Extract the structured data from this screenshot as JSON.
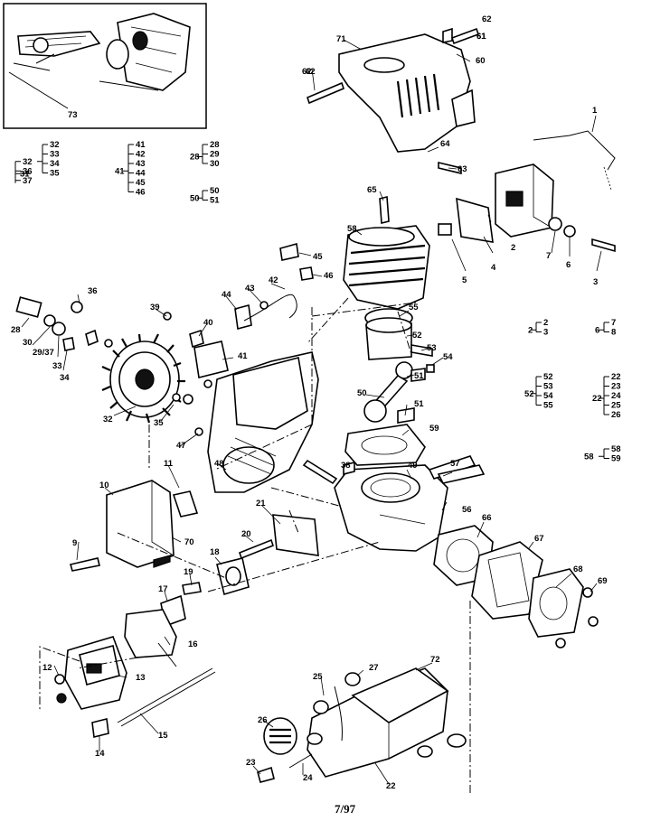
{
  "footer": {
    "date": "7/97"
  },
  "inset": {
    "number": "73"
  },
  "top_partial": {
    "a": "62",
    "b": "61"
  },
  "callouts": [
    {
      "id": "c62a",
      "label": "62"
    },
    {
      "id": "c61",
      "label": "61"
    },
    {
      "id": "c71",
      "label": "71"
    },
    {
      "id": "c60",
      "label": "60"
    },
    {
      "id": "c62b",
      "label": "62"
    },
    {
      "id": "c1",
      "label": "1"
    },
    {
      "id": "c64",
      "label": "64"
    },
    {
      "id": "c63",
      "label": "63"
    },
    {
      "id": "c65",
      "label": "65"
    },
    {
      "id": "c58",
      "label": "58"
    },
    {
      "id": "c2",
      "label": "2"
    },
    {
      "id": "c4",
      "label": "4"
    },
    {
      "id": "c5",
      "label": "5"
    },
    {
      "id": "c7",
      "label": "7"
    },
    {
      "id": "c6",
      "label": "6"
    },
    {
      "id": "c3",
      "label": "3"
    },
    {
      "id": "c45",
      "label": "45"
    },
    {
      "id": "c46",
      "label": "46"
    },
    {
      "id": "c42",
      "label": "42"
    },
    {
      "id": "c44",
      "label": "44"
    },
    {
      "id": "c43",
      "label": "43"
    },
    {
      "id": "c36",
      "label": "36"
    },
    {
      "id": "c28",
      "label": "28"
    },
    {
      "id": "c30",
      "label": "30"
    },
    {
      "id": "c2937",
      "label": "29/37"
    },
    {
      "id": "c33",
      "label": "33"
    },
    {
      "id": "c34",
      "label": "34"
    },
    {
      "id": "c39",
      "label": "39"
    },
    {
      "id": "c40",
      "label": "40"
    },
    {
      "id": "c41",
      "label": "41"
    },
    {
      "id": "c55",
      "label": "55"
    },
    {
      "id": "c52",
      "label": "52"
    },
    {
      "id": "c53",
      "label": "53"
    },
    {
      "id": "c54",
      "label": "54"
    },
    {
      "id": "c51a",
      "label": "51"
    },
    {
      "id": "c50",
      "label": "50"
    },
    {
      "id": "c51b",
      "label": "51"
    },
    {
      "id": "c32",
      "label": "32"
    },
    {
      "id": "c35",
      "label": "35"
    },
    {
      "id": "c47",
      "label": "47"
    },
    {
      "id": "c48",
      "label": "48"
    },
    {
      "id": "c59",
      "label": "59"
    },
    {
      "id": "c38",
      "label": "38"
    },
    {
      "id": "c49",
      "label": "49"
    },
    {
      "id": "c57",
      "label": "57"
    },
    {
      "id": "c56",
      "label": "56"
    },
    {
      "id": "c10",
      "label": "10"
    },
    {
      "id": "c11",
      "label": "11"
    },
    {
      "id": "c21",
      "label": "21"
    },
    {
      "id": "c9",
      "label": "9"
    },
    {
      "id": "c70",
      "label": "70"
    },
    {
      "id": "c20",
      "label": "20"
    },
    {
      "id": "c18",
      "label": "18"
    },
    {
      "id": "c19",
      "label": "19"
    },
    {
      "id": "c17",
      "label": "17"
    },
    {
      "id": "c16",
      "label": "16"
    },
    {
      "id": "c66",
      "label": "66"
    },
    {
      "id": "c67",
      "label": "67"
    },
    {
      "id": "c68",
      "label": "68"
    },
    {
      "id": "c69",
      "label": "69"
    },
    {
      "id": "c12",
      "label": "12"
    },
    {
      "id": "c13",
      "label": "13"
    },
    {
      "id": "c14",
      "label": "14"
    },
    {
      "id": "c15",
      "label": "15"
    },
    {
      "id": "c72",
      "label": "72"
    },
    {
      "id": "c25",
      "label": "25"
    },
    {
      "id": "c27",
      "label": "27"
    },
    {
      "id": "c26",
      "label": "26"
    },
    {
      "id": "c23",
      "label": "23"
    },
    {
      "id": "c24",
      "label": "24"
    },
    {
      "id": "c22",
      "label": "22"
    }
  ],
  "groups": [
    {
      "id": "g31",
      "parent": "31",
      "parent_inner": "32",
      "items": [
        "32",
        "33",
        "34",
        "35"
      ],
      "extra": [
        "36",
        "37"
      ]
    },
    {
      "id": "g41",
      "parent": "41",
      "items": [
        "41",
        "42",
        "43",
        "44",
        "45",
        "46"
      ]
    },
    {
      "id": "g28",
      "parent": "28",
      "items": [
        "28",
        "29",
        "30"
      ]
    },
    {
      "id": "g50",
      "parent": "50",
      "items": [
        "50",
        "51"
      ]
    },
    {
      "id": "g2",
      "parent": "2",
      "items": [
        "2",
        "3"
      ]
    },
    {
      "id": "g6",
      "parent": "6",
      "items": [
        "7",
        "8"
      ]
    },
    {
      "id": "g52",
      "parent": "52",
      "items": [
        "52",
        "53",
        "54",
        "55"
      ]
    },
    {
      "id": "g22",
      "parent": "22",
      "items": [
        "22",
        "23",
        "24",
        "25",
        "26"
      ]
    },
    {
      "id": "g58",
      "parent": "58",
      "items": [
        "58",
        "59"
      ]
    }
  ]
}
